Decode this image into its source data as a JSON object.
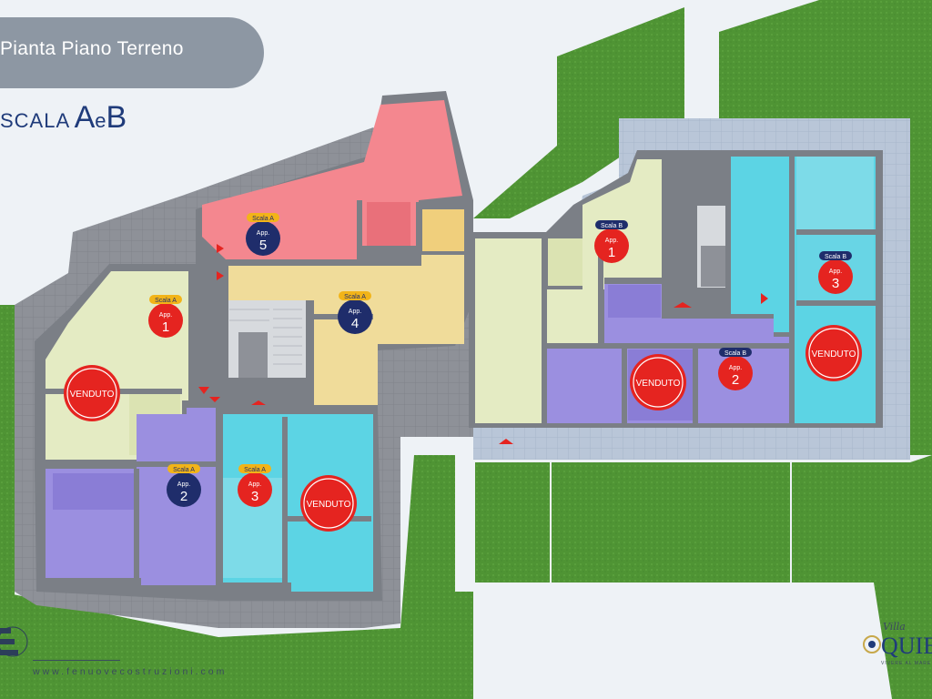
{
  "header": {
    "title": "Pianta Piano Terreno",
    "scala_prefix": "SCALA",
    "scala_a": "A",
    "scala_e": "e",
    "scala_b": "B"
  },
  "footer": {
    "website": "www.fenuovecostruzioni.com"
  },
  "brand": {
    "villa": "Villa",
    "name": "QUIES",
    "tagline": "VIVERE AL MARE"
  },
  "sold_label": "VENDUTO",
  "apartments": [
    {
      "scala": "Scala A",
      "app": "App.",
      "num": "5",
      "status": "available"
    },
    {
      "scala": "Scala A",
      "app": "App.",
      "num": "4",
      "status": "available"
    },
    {
      "scala": "Scala A",
      "app": "App.",
      "num": "1",
      "status": "sold"
    },
    {
      "scala": "Scala A",
      "app": "App.",
      "num": "2",
      "status": "available"
    },
    {
      "scala": "Scala A",
      "app": "App.",
      "num": "3",
      "status": "sold"
    },
    {
      "scala": "Scala B",
      "app": "App.",
      "num": "1",
      "status": "sold"
    },
    {
      "scala": "Scala B",
      "app": "App.",
      "num": "2",
      "status": "sold"
    },
    {
      "scala": "Scala B",
      "app": "App.",
      "num": "3",
      "status": "sold"
    }
  ],
  "colors": {
    "garden": "#4f9434",
    "paving": "#8e9198",
    "wall": "#7b7f86",
    "pink": "#f4878f",
    "yellow": "#f0dc9a",
    "pale": "#e4ebc3",
    "purple": "#9b8fe0",
    "cyan": "#5cd4e4",
    "sold": "#e52420",
    "available": "#1f2d6b",
    "scala_a_tag": "#f2b418",
    "scala_b_tag": "#1f2d6b"
  }
}
